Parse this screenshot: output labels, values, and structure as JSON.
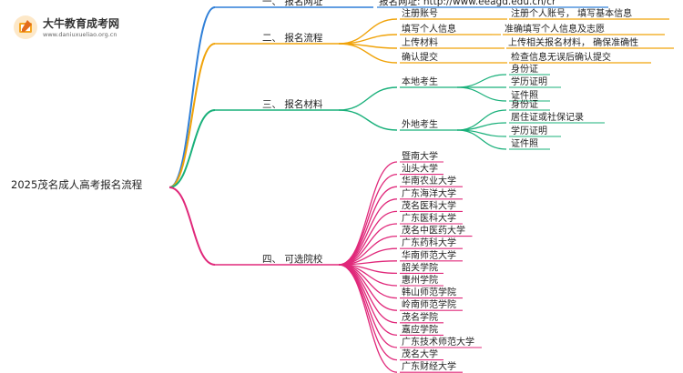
{
  "watermark": {
    "title": "大牛教育成考网",
    "url": "www.daniuxueliao.org.cn",
    "icon": "book-pencil-logo-icon"
  },
  "root": {
    "text": "2025茂名成人高考报名流程",
    "color": "#000000"
  },
  "branches": [
    {
      "id": "website",
      "text": "一、 报名网址",
      "color": "#2f7fd8",
      "children": [
        {
          "text": "报名网址: http://www.eeagd.edu.cn/cr",
          "children": []
        }
      ]
    },
    {
      "id": "process",
      "text": "二、 报名流程",
      "color": "#f0a30a",
      "children": [
        {
          "text": "注册账号",
          "children": [
            {
              "text": "注册个人账号， 填写基本信息"
            }
          ]
        },
        {
          "text": "填写个人信息",
          "children": [
            {
              "text": "准确填写个人信息及志愿"
            }
          ]
        },
        {
          "text": "上传材料",
          "children": [
            {
              "text": "上传相关报名材料， 确保准确性"
            }
          ]
        },
        {
          "text": "确认提交",
          "children": [
            {
              "text": "检查信息无误后确认提交"
            }
          ]
        }
      ]
    },
    {
      "id": "materials",
      "text": "三、 报名材料",
      "color": "#19b07a",
      "children": [
        {
          "text": "本地考生",
          "children": [
            {
              "text": "身份证"
            },
            {
              "text": "学历证明"
            },
            {
              "text": "证件照"
            }
          ]
        },
        {
          "text": "外地考生",
          "children": [
            {
              "text": "身份证"
            },
            {
              "text": "居住证或社保记录"
            },
            {
              "text": "学历证明"
            },
            {
              "text": "证件照"
            }
          ]
        }
      ]
    },
    {
      "id": "schools",
      "text": "四、 可选院校",
      "color": "#e0287a",
      "children": [
        {
          "text": "暨南大学"
        },
        {
          "text": "汕头大学"
        },
        {
          "text": "华南农业大学"
        },
        {
          "text": "广东海洋大学"
        },
        {
          "text": "茂名医科大学"
        },
        {
          "text": "广东医科大学"
        },
        {
          "text": "茂名中医药大学"
        },
        {
          "text": "广东药科大学"
        },
        {
          "text": "华南师范大学"
        },
        {
          "text": "韶关学院"
        },
        {
          "text": "惠州学院"
        },
        {
          "text": "韩山师范学院"
        },
        {
          "text": "岭南师范学院"
        },
        {
          "text": "茂名学院"
        },
        {
          "text": "嘉应学院"
        },
        {
          "text": "广东技术师范大学"
        },
        {
          "text": "茂名大学"
        },
        {
          "text": "广东财经大学"
        }
      ]
    }
  ]
}
